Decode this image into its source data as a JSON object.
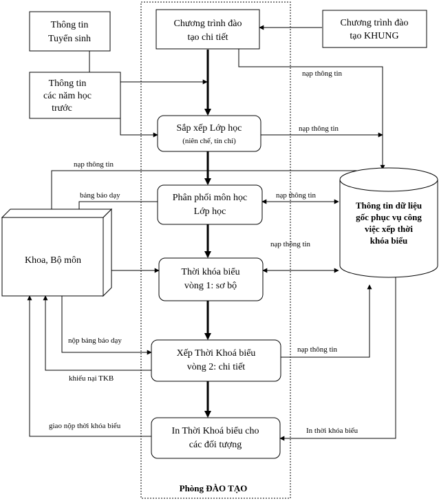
{
  "boxes": {
    "tuyen_sinh": [
      "Thông tin",
      "Tuyển sinh"
    ],
    "nam_hoc_truoc": [
      "Thông tin",
      "các năm học",
      "trước"
    ],
    "ct_chi_tiet": [
      "Chương trình đào",
      "tạo chi tiết"
    ],
    "ct_khung": [
      "Chương trình đào",
      "tạo KHUNG"
    ],
    "sap_xep": [
      "Sắp xếp Lớp học"
    ],
    "sap_xep_sub": "(niên chế, tín chỉ)",
    "phan_phoi": [
      "Phân phối môn học",
      "Lớp học"
    ],
    "tkb_v1": [
      "Thời khóa biểu",
      "vòng 1: sơ bộ"
    ],
    "tkb_v2": [
      "Xếp Thời Khoá biểu",
      "vòng 2: chi tiết"
    ],
    "in_tkb": [
      "In Thời Khoá biểu cho",
      "các đối tượng"
    ],
    "khoa": "Khoa, Bộ môn",
    "database": [
      "Thông tin dữ liệu",
      "gốc phục vụ công",
      "việc xếp thời",
      "khóa biểu"
    ]
  },
  "labels": {
    "nap1": "nạp thông tin",
    "nap2": "nạp thông tin",
    "nap3": "nạp thông tin",
    "nap4": "nạp thông tin",
    "nap5": "nạp thông tin",
    "nap6": "nạp thông tin",
    "bang_bao_day": "bảng báo dạy",
    "nop_bang_bao_day": "nộp bảng báo dạy",
    "khieu_nai": "khiếu nại TKB",
    "giao_nop": "giao nộp thời khóa biểu",
    "in_tkb": "In thời khóa biểu"
  },
  "footer": "Phòng ĐÀO TẠO"
}
